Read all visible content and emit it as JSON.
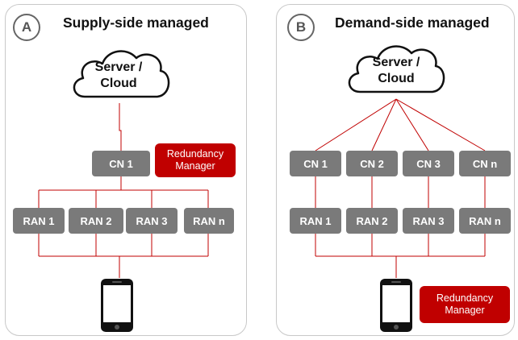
{
  "panel_a": {
    "badge": "A",
    "title": "Supply-side managed",
    "cloud": {
      "line1": "Server /",
      "line2": "Cloud"
    },
    "cn_nodes": [
      "CN 1"
    ],
    "ran_nodes": [
      "RAN 1",
      "RAN 2",
      "RAN 3",
      "RAN n"
    ],
    "manager": {
      "line1": "Redundancy",
      "line2": "Manager"
    }
  },
  "panel_b": {
    "badge": "B",
    "title": "Demand-side managed",
    "cloud": {
      "line1": "Server /",
      "line2": "Cloud"
    },
    "cn_nodes": [
      "CN 1",
      "CN 2",
      "CN 3",
      "CN n"
    ],
    "ran_nodes": [
      "RAN 1",
      "RAN 2",
      "RAN 3",
      "RAN n"
    ],
    "manager": {
      "line1": "Redundancy",
      "line2": "Manager"
    }
  },
  "colors": {
    "wire": "#c00000",
    "node": "#7a7a7a",
    "manager": "#c00000",
    "panel_border": "#c8c8c8"
  },
  "icons": [
    "cloud-icon",
    "smartphone-icon"
  ]
}
